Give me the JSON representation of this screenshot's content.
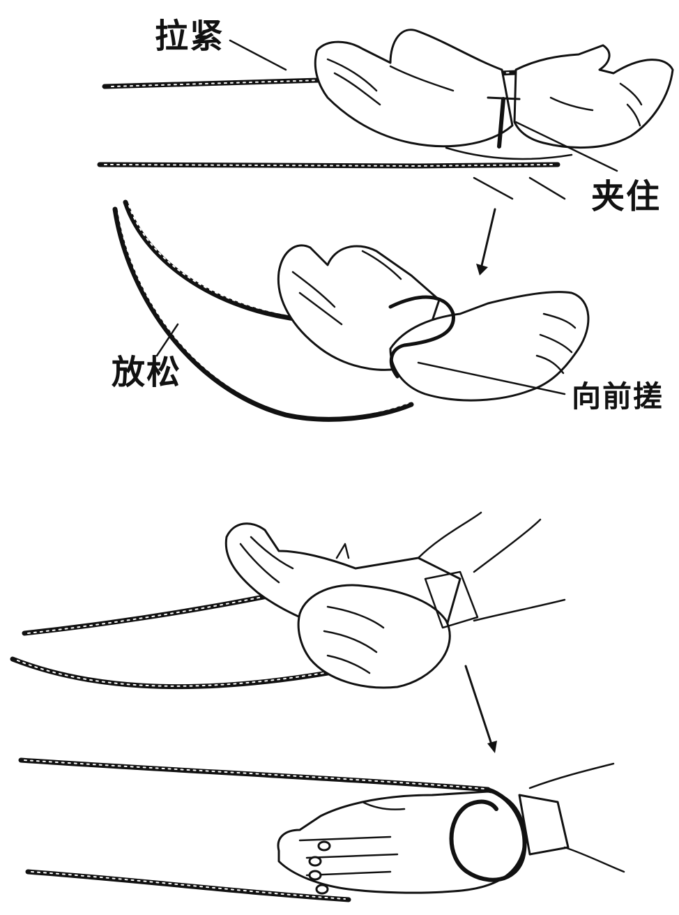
{
  "labels": {
    "pull_tight": "拉紧",
    "clamp": "夹住",
    "loosen": "放松",
    "rub_forward": "向前搓"
  }
}
